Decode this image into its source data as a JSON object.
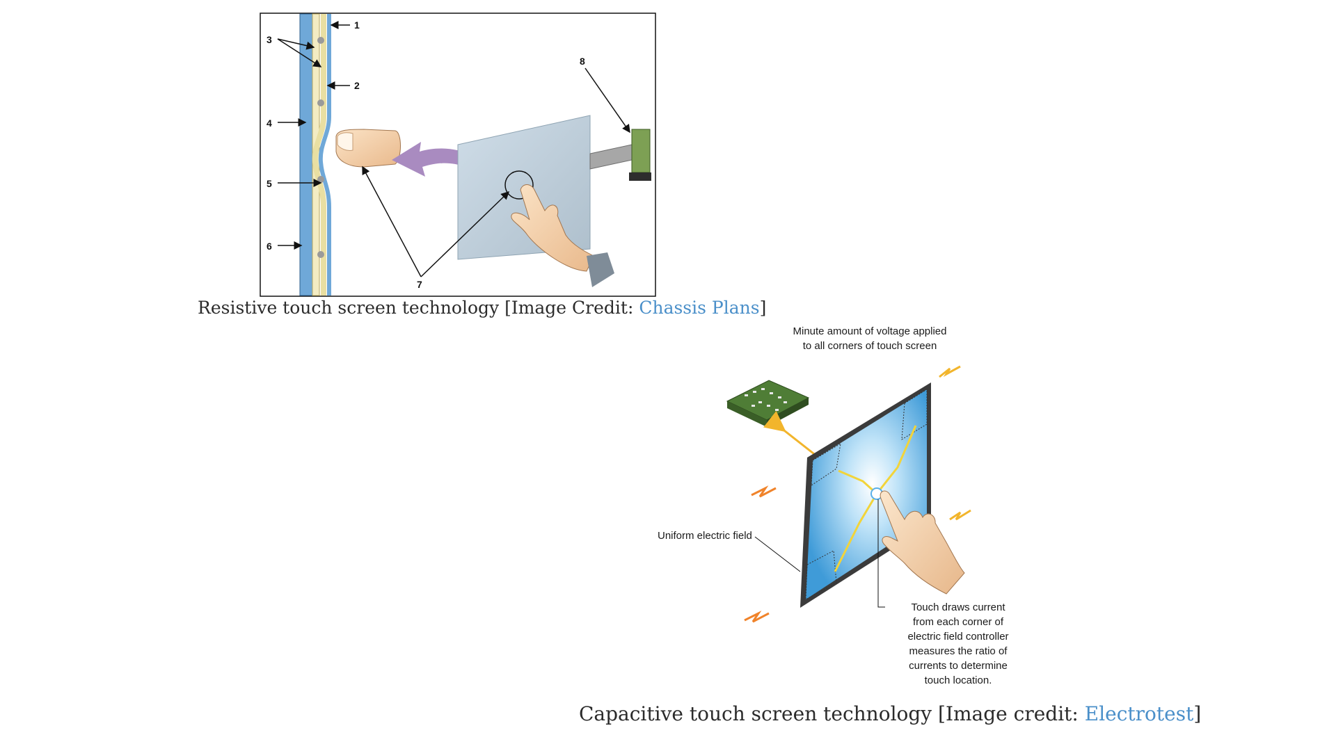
{
  "resistive": {
    "numbers": [
      "1",
      "2",
      "3",
      "4",
      "5",
      "6",
      "7",
      "8"
    ],
    "caption": {
      "prefix": "Resistive touch screen technology [Image Credit: ",
      "link": "Chassis Plans",
      "suffix": "]"
    }
  },
  "capacitive": {
    "voltage_note": [
      "Minute amount of voltage applied",
      "to all corners of touch screen"
    ],
    "field_label": "Uniform electric field",
    "touch_note": [
      "Touch draws current",
      "from each corner of",
      "electric field controller",
      "measures the ratio of",
      "currents to determine",
      "touch location."
    ],
    "caption": {
      "prefix": "Capacitive touch screen technology [Image credit: ",
      "link": "Electrotest",
      "suffix": "]"
    }
  },
  "colors": {
    "link": "#4a8fc9",
    "caption_text": "#2b2b2b",
    "glass_blue": "#5ab0e8",
    "layer_blue": "#6fa8d8",
    "arrow_purple": "#a98bc0",
    "spark": "#f2b52c",
    "board_green": "#5f8a3a"
  }
}
